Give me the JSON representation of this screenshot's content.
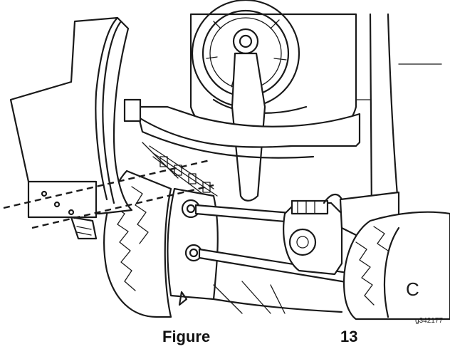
{
  "figure": {
    "caption_word": "Figure",
    "caption_number": "13",
    "reference_code": "g342177",
    "wheel_letter": "C"
  }
}
